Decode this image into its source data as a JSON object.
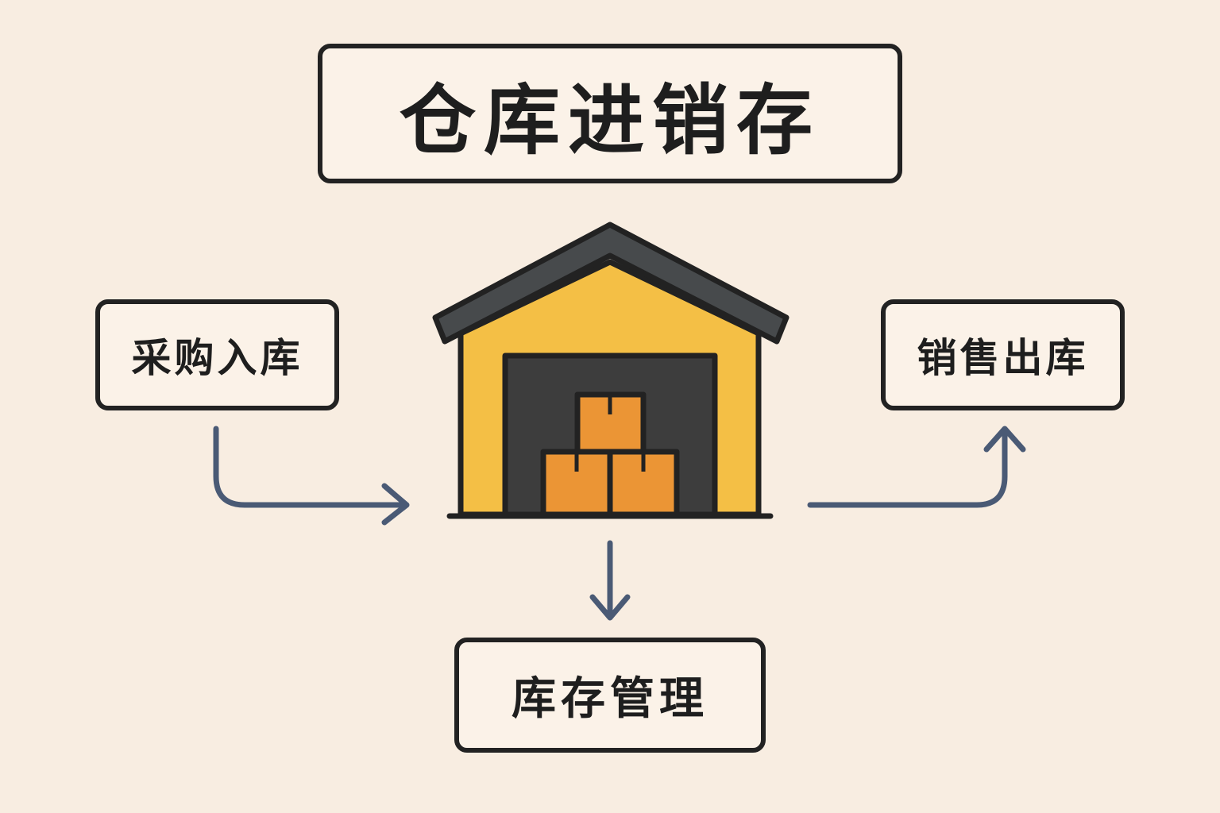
{
  "title": "仓库进销存",
  "nodes": {
    "purchase_in": "采购入库",
    "sales_out": "销售出库",
    "inventory": "库存管理"
  },
  "icons": [
    "warehouse-icon",
    "arrow-right-icon",
    "arrow-up-icon",
    "arrow-down-icon"
  ],
  "colors": {
    "background": "#f8ede1",
    "border": "#222222",
    "arrow": "#4a5a75",
    "warehouse_wall": "#f4bf45",
    "roof": "#474a4c",
    "door": "#3d3d3d",
    "boxes": "#eb9535"
  }
}
